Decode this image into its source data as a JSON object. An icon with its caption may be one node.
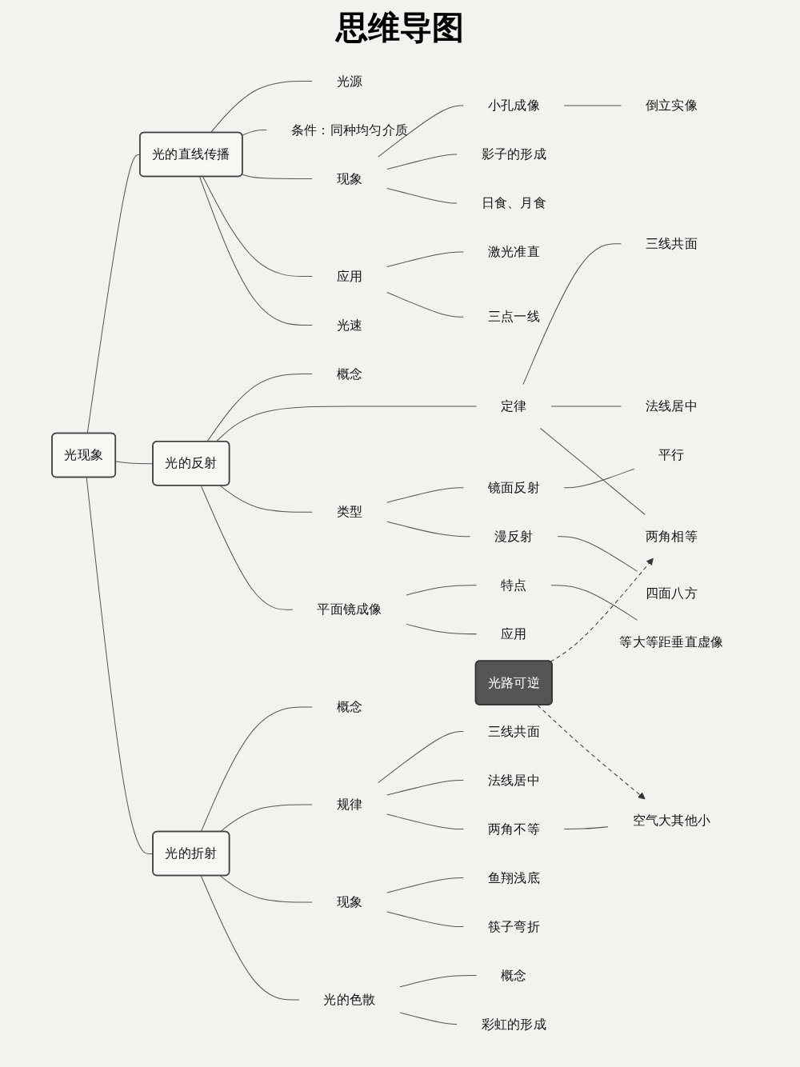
{
  "diagram": {
    "title": "思维导图",
    "nodes": [
      {
        "text": [
          "光现象"
        ]
      },
      {
        "text": [
          "光的直线传播"
        ]
      },
      {
        "text": [
          "光源"
        ]
      },
      {
        "text": [
          "条件：同种均匀介质"
        ]
      },
      {
        "text": [
          "现象"
        ]
      },
      {
        "text": [
          "小孔成像"
        ]
      },
      {
        "text": [
          "倒立实像"
        ]
      },
      {
        "text": [
          "影子的形成"
        ]
      },
      {
        "text": [
          "日食、月食"
        ]
      },
      {
        "text": [
          "应用"
        ]
      },
      {
        "text": [
          "激光准直"
        ]
      },
      {
        "text": [
          "三点一线"
        ]
      },
      {
        "text": [
          "光速"
        ]
      },
      {
        "text": [
          "光的反射"
        ]
      },
      {
        "text": [
          "概念"
        ]
      },
      {
        "text": [
          "定律"
        ]
      },
      {
        "text": [
          "三线共面"
        ]
      },
      {
        "text": [
          "法线居中"
        ]
      },
      {
        "text": [
          "两角相等"
        ]
      },
      {
        "text": [
          "类型"
        ]
      },
      {
        "text": [
          "镜面反射"
        ]
      },
      {
        "text": [
          "平行"
        ]
      },
      {
        "text": [
          "漫反射"
        ]
      },
      {
        "text": [
          "四面八方"
        ]
      },
      {
        "text": [
          "平面镜成像"
        ]
      },
      {
        "text": [
          "特点"
        ]
      },
      {
        "text": [
          "等大等距垂直虚像"
        ]
      },
      {
        "text": [
          "应用"
        ]
      },
      {
        "text": [
          "光路可逆"
        ]
      },
      {
        "text": [
          "光的折射"
        ]
      },
      {
        "text": [
          "概念"
        ]
      },
      {
        "text": [
          "规律"
        ]
      },
      {
        "text": [
          "三线共面"
        ]
      },
      {
        "text": [
          "法线居中"
        ]
      },
      {
        "text": [
          "两角不等"
        ]
      },
      {
        "text": [
          "空气大其他小"
        ]
      },
      {
        "text": [
          "现象"
        ]
      },
      {
        "text": [
          "鱼翔浅底"
        ]
      },
      {
        "text": [
          "筷子弯折"
        ]
      },
      {
        "text": [
          "光的色散"
        ]
      },
      {
        "text": [
          "概念"
        ]
      },
      {
        "text": [
          "彩虹的形成"
        ]
      }
    ],
    "edges": [
      {
        "from": 0,
        "to": 1,
        "arrow": "none"
      },
      {
        "from": 1,
        "to": 2,
        "arrow": "none"
      },
      {
        "from": 1,
        "to": 3,
        "arrow": "none"
      },
      {
        "from": 1,
        "to": 4,
        "arrow": "none"
      },
      {
        "from": 4,
        "to": 5,
        "arrow": "none"
      },
      {
        "from": 5,
        "to": 6,
        "arrow": "none"
      },
      {
        "from": 4,
        "to": 7,
        "arrow": "none"
      },
      {
        "from": 4,
        "to": 8,
        "arrow": "none"
      },
      {
        "from": 1,
        "to": 9,
        "arrow": "none"
      },
      {
        "from": 9,
        "to": 10,
        "arrow": "none"
      },
      {
        "from": 9,
        "to": 11,
        "arrow": "none"
      },
      {
        "from": 1,
        "to": 12,
        "arrow": "none"
      },
      {
        "from": 0,
        "to": 13,
        "arrow": "none"
      },
      {
        "from": 13,
        "to": 14,
        "arrow": "none"
      },
      {
        "from": 13,
        "to": 15,
        "arrow": "none"
      },
      {
        "from": 15,
        "to": 16,
        "arrow": "none"
      },
      {
        "from": 15,
        "to": 17,
        "arrow": "none"
      },
      {
        "from": 15,
        "to": 18,
        "arrow": "none"
      },
      {
        "from": 13,
        "to": 19,
        "arrow": "none"
      },
      {
        "from": 19,
        "to": 20,
        "arrow": "none"
      },
      {
        "from": 20,
        "to": 21,
        "arrow": "none"
      },
      {
        "from": 19,
        "to": 22,
        "arrow": "none"
      },
      {
        "from": 22,
        "to": 23,
        "arrow": "none"
      },
      {
        "from": 13,
        "to": 24,
        "arrow": "none"
      },
      {
        "from": 24,
        "to": 25,
        "arrow": "none"
      },
      {
        "from": 25,
        "to": 26,
        "arrow": "none"
      },
      {
        "from": 24,
        "to": 27,
        "arrow": "none"
      },
      {
        "from": 0,
        "to": 29,
        "arrow": "none"
      },
      {
        "from": 29,
        "to": 30,
        "arrow": "none"
      },
      {
        "from": 29,
        "to": 31,
        "arrow": "none"
      },
      {
        "from": 31,
        "to": 32,
        "arrow": "none"
      },
      {
        "from": 31,
        "to": 33,
        "arrow": "none"
      },
      {
        "from": 31,
        "to": 34,
        "arrow": "none"
      },
      {
        "from": 34,
        "to": 35,
        "arrow": "none"
      },
      {
        "from": 29,
        "to": 36,
        "arrow": "none"
      },
      {
        "from": 36,
        "to": 37,
        "arrow": "none"
      },
      {
        "from": 36,
        "to": 38,
        "arrow": "none"
      },
      {
        "from": 29,
        "to": 39,
        "arrow": "none"
      },
      {
        "from": 39,
        "to": 40,
        "arrow": "none"
      },
      {
        "from": 39,
        "to": 41,
        "arrow": "none"
      },
      {
        "from": 28,
        "to": 18,
        "arrow": "to",
        "style": "dashed"
      },
      {
        "from": 28,
        "to": 35,
        "arrow": "to",
        "style": "dashed"
      }
    ]
  }
}
